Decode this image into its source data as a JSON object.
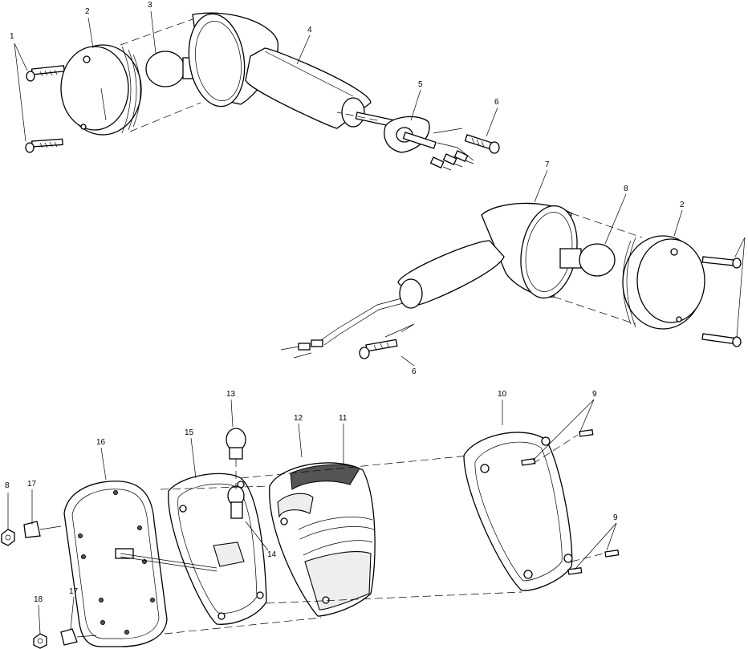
{
  "diagram": {
    "callouts": [
      {
        "id": "c1",
        "text": "1"
      },
      {
        "id": "c2",
        "text": "2"
      },
      {
        "id": "c3",
        "text": "3"
      },
      {
        "id": "c4",
        "text": "4"
      },
      {
        "id": "c5",
        "text": "5"
      },
      {
        "id": "c6",
        "text": "6"
      },
      {
        "id": "c7",
        "text": "7"
      },
      {
        "id": "c8",
        "text": "8"
      },
      {
        "id": "c2b",
        "text": "2"
      },
      {
        "id": "c6b",
        "text": "6"
      },
      {
        "id": "c9",
        "text": "9"
      },
      {
        "id": "c9b",
        "text": "9"
      },
      {
        "id": "c10",
        "text": "10"
      },
      {
        "id": "c11",
        "text": "11"
      },
      {
        "id": "c12",
        "text": "12"
      },
      {
        "id": "c13",
        "text": "13"
      },
      {
        "id": "c14",
        "text": "14"
      },
      {
        "id": "c15",
        "text": "15"
      },
      {
        "id": "c16",
        "text": "16"
      },
      {
        "id": "c17",
        "text": "17"
      },
      {
        "id": "c17b",
        "text": "17"
      },
      {
        "id": "c18",
        "text": "18"
      },
      {
        "id": "c8b",
        "text": "8"
      }
    ]
  }
}
